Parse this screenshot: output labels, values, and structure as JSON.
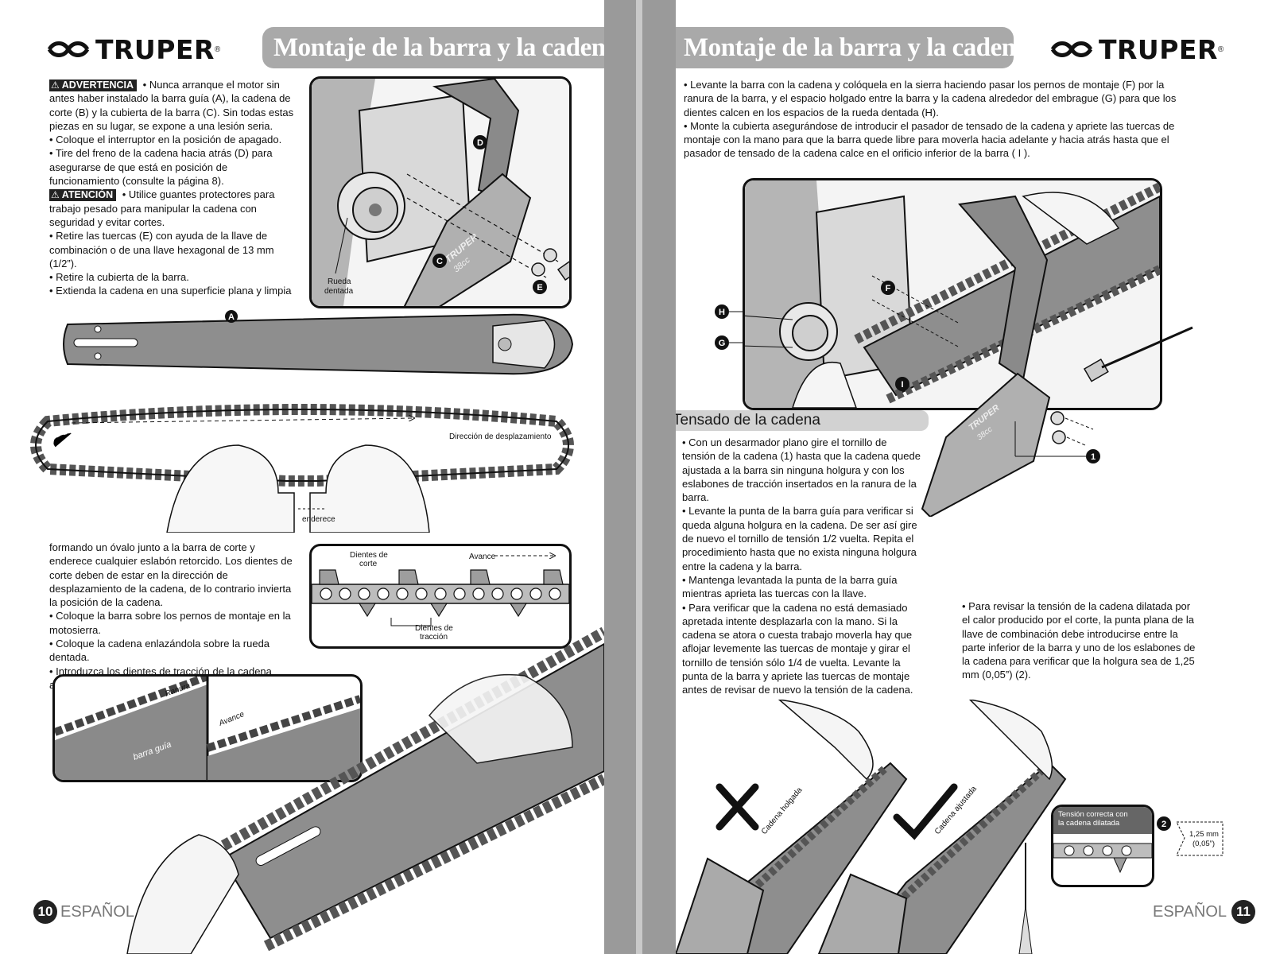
{
  "brand": "TRUPER",
  "colors": {
    "header_bg": "#a9a9a9",
    "subhead_bg": "#d2d2d2",
    "gutter": "#9a9a9a",
    "ink": "#111111",
    "bar_gray": "#8e8e8e"
  },
  "left": {
    "header": "Montaje de la barra y la cadena",
    "warning_badge": "ADVERTENCIA",
    "warning_text": " • Nunca arranque el motor sin antes haber instalado la barra guía (A), la cadena de corte (B) y la cubierta de la barra (C). Sin todas estas piezas en su lugar, se expone a una lesión seria.",
    "bullets_1": [
      "• Coloque el interruptor en la posición de apagado.",
      "• Tire del freno de la cadena hacia atrás (D) para asegurarse de que está en posición de funcionamiento (consulte la página 8)."
    ],
    "caution_badge": "ATENCIÓN",
    "caution_text": " • Utilice guantes protectores para trabajo pesado para manipular la cadena con seguridad y evitar cortes.",
    "bullets_2": [
      "• Retire las tuercas (E) con ayuda de la llave de combinación o de una llave hexagonal de 13 mm (1/2”).",
      "• Retire la cubierta de la barra.",
      "• Extienda la cadena en una superficie plana y limpia"
    ],
    "continuation": [
      "formando un óvalo junto a la barra de corte y enderece cualquier eslabón retorcido. Los dientes de corte deben de estar en la dirección de desplazamiento de la cadena, de lo contrario invierta la posición de la cadena.",
      "• Coloque la barra sobre los pernos de montaje en la motosierra.",
      "• Coloque la cadena enlazándola sobre la rueda dentada.",
      "• Introduzca los dientes de tracción de la cadena alrededor de la ranura de la barra."
    ],
    "fig1": {
      "rueda": "Rueda",
      "dentada": "dentada",
      "callout_d": "D",
      "callout_c": "C",
      "callout_e": "E",
      "cover_brand": "TRUPER",
      "cover_model": "38cc"
    },
    "bar_label": "A",
    "chain_direction": "Dirección de desplazamiento",
    "chain_straighten": "enderece",
    "fig_teeth": {
      "cutting": "Dientes de",
      "cutting2": "corte",
      "advance": "Avance",
      "drive": "Dientes de",
      "drive2": "tracción"
    },
    "fig_groove": {
      "ranura": "Ranura",
      "barra": "barra guía",
      "avance": "Avance"
    },
    "page_number": "10",
    "language": "ESPAÑOL"
  },
  "right": {
    "header": "Montaje de la barra y la cadena",
    "intro": [
      "• Levante la barra con la cadena y colóquela en la sierra haciendo pasar los pernos de montaje (F) por la ranura de la barra, y el espacio holgado entre la barra y la cadena alrededor del embrague (G) para que los dientes calcen en los espacios de la rueda dentada (H).",
      "• Monte la cubierta asegurándose de introducir el pasador de tensado de la cadena y apriete las tuercas de montaje con la mano para que la barra quede libre para moverla hacia adelante y hacia atrás hasta que el pasador de tensado de la cadena calce en el orificio inferior de la barra ( I )."
    ],
    "fig2": {
      "callout_h": "H",
      "callout_g": "G",
      "callout_f": "F",
      "callout_i": "I",
      "callout_1": "1",
      "cover_brand": "TRUPER",
      "cover_model": "38cc"
    },
    "subhead": "Tensado de la cadena",
    "tension_steps": [
      "• Con un desarmador plano gire el tornillo de tensión de la cadena (1) hasta que la cadena quede ajustada a la barra sin ninguna holgura y con los eslabones de tracción insertados en la ranura de la barra.",
      "• Levante la punta de la barra guía para verificar si queda alguna holgura en la cadena. De ser así gire de nuevo el tornillo de tensión 1/2 vuelta. Repita el procedimiento hasta que no exista ninguna holgura entre la cadena y la barra.",
      "• Mantenga levantada la punta de la barra guía mientras aprieta las tuercas con la llave.",
      "• Para verificar que la cadena no está demasiado apretada intente desplazarla con la mano. Si la cadena se atora o cuesta trabajo moverla hay que aflojar levemente las tuercas de montaje y girar el tornillo de tensión sólo 1/4 de vuelta. Levante la punta de la barra y apriete las tuercas de montaje antes de revisar de nuevo la tensión de la cadena."
    ],
    "heat_check": "• Para revisar la tensión de la cadena dilatada por el calor producido por el corte, la punta plana de la llave de combinación debe introducirse entre la parte inferior de la barra y uno de los eslabones de la cadena para verificar que la holgura sea de 1,25 mm (0,05”) (2).",
    "loose_label": "Cadena holgada",
    "tight_label": "Cadena ajustada",
    "inset_title_1": "Tensión correcta con",
    "inset_title_2": "la cadena dilatada",
    "callout_2": "2",
    "gap_mm": "1,25 mm",
    "gap_in": "(0,05”)",
    "page_number": "11",
    "language": "ESPAÑOL"
  }
}
